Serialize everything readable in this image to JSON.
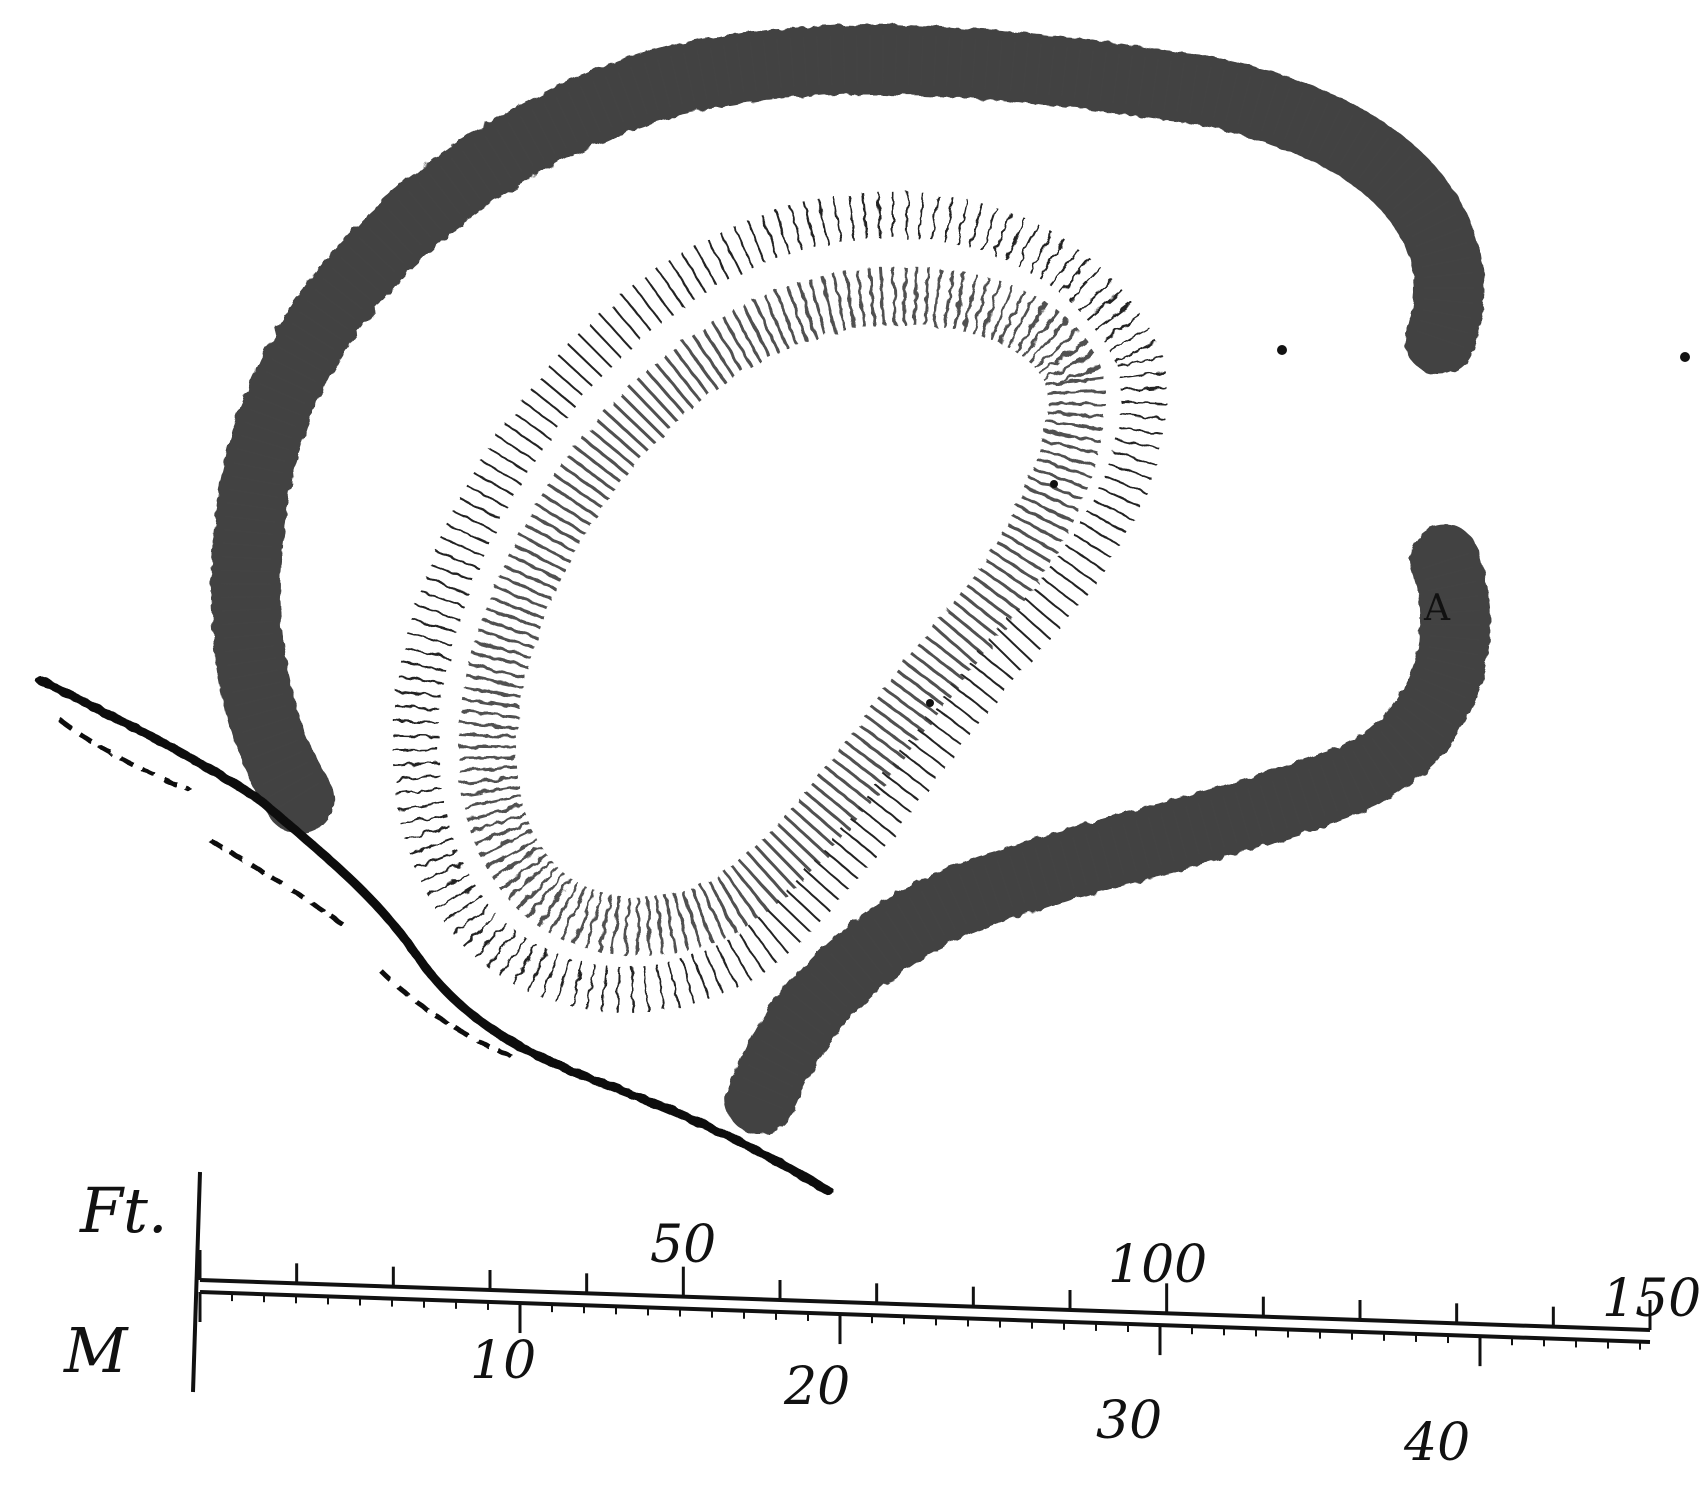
{
  "plan": {
    "marker_label": "A",
    "ink_color": "#111111",
    "paper_color": "#ffffff"
  },
  "scale_bar": {
    "feet_label": "Ft.",
    "meters_label": "M",
    "feet_ticks": [
      "50",
      "100",
      "150"
    ],
    "meter_ticks": [
      "10",
      "20",
      "30",
      "40"
    ]
  }
}
